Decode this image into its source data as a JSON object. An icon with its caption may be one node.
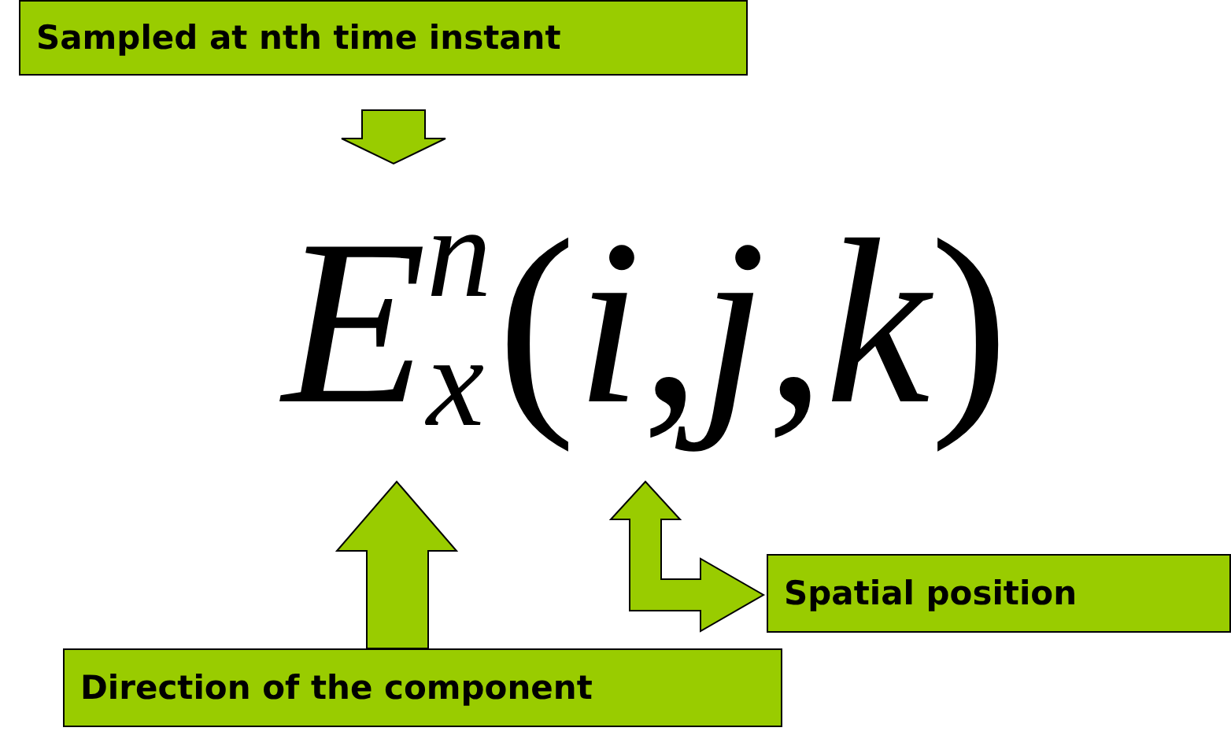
{
  "diagram": {
    "nodes": [
      {
        "text": [
          "Sampled at nth time instant"
        ]
      },
      {
        "text": [
          "*E*$^{n}$$_{x}$(*i*,*j*,*k*)"
        ]
      },
      {
        "text": [
          "Spatial position"
        ]
      },
      {
        "text": [
          "Direction of the component"
        ]
      }
    ],
    "edges": [
      {
        "from": 0,
        "to": 1,
        "arrow": "to"
      },
      {
        "from": 3,
        "to": 1,
        "arrow": "to"
      },
      {
        "from": 1,
        "to": 2,
        "arrow": "both"
      }
    ]
  }
}
